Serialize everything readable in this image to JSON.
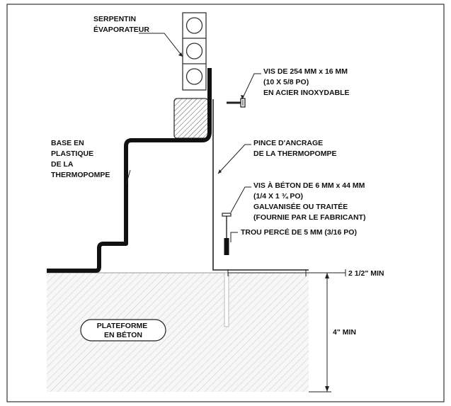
{
  "labels": {
    "coil": [
      "SERPENTIN",
      "ÉVAPORATEUR"
    ],
    "screw_steel": [
      "VIS DE 254 MM x 16 MM",
      "(10 X 5/8 PO)",
      "EN ACIER INOXYDABLE"
    ],
    "base": [
      "BASE EN",
      "PLASTIQUE",
      "DE LA",
      "THERMOPOMPE"
    ],
    "clamp": [
      "PINCE D'ANCRAGE",
      "DE LA THERMOPOMPE"
    ],
    "concrete_screw": [
      "VIS À BÉTON DE 6 MM x 44 MM",
      "(1/4 X 1 ¾ PO)",
      "GALVANISÉE OU TRAITÉE",
      "(FOURNIE PAR LE FABRICANT)"
    ],
    "hole": "TROU PERCÉ DE 5 MM (3/16 PO)",
    "platform": [
      "PLATEFORME",
      "EN BÉTON"
    ],
    "dim_edge": "2 1/2\" MIN",
    "dim_depth": "4\" MIN"
  }
}
